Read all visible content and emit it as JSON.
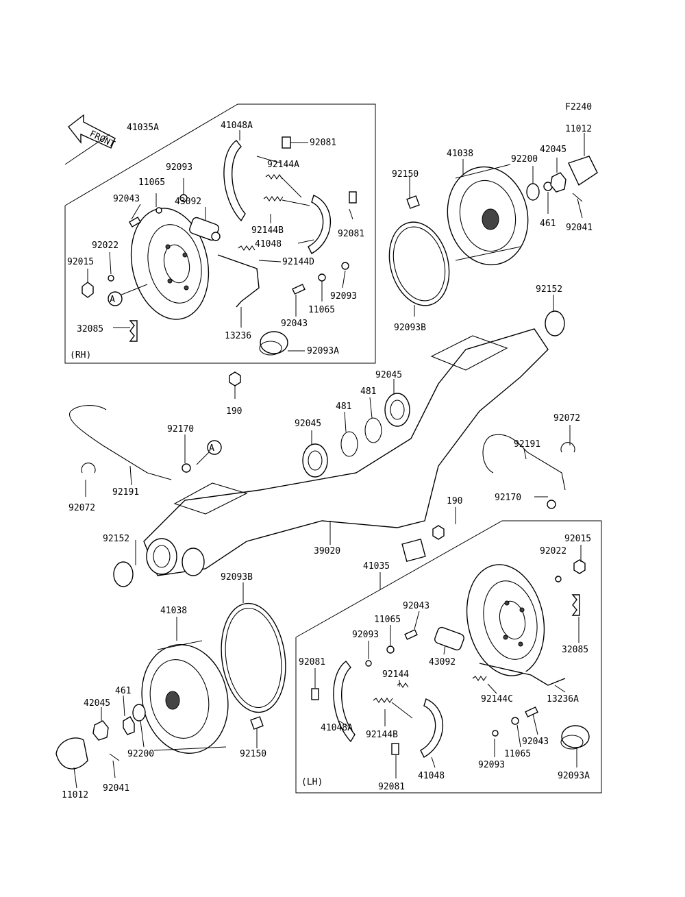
{
  "diagram": {
    "ref_code": "F2240",
    "front_label": "FRONT",
    "rh_label": "(RH)",
    "lh_label": "(LH)"
  },
  "parts": [
    {
      "id": "p01",
      "text": "41035A"
    },
    {
      "id": "p02",
      "text": "41048A"
    },
    {
      "id": "p03",
      "text": "92081"
    },
    {
      "id": "p04",
      "text": "92093"
    },
    {
      "id": "p05",
      "text": "92144A"
    },
    {
      "id": "p06",
      "text": "11065"
    },
    {
      "id": "p07",
      "text": "92043"
    },
    {
      "id": "p08",
      "text": "43092"
    },
    {
      "id": "p09",
      "text": "92144B"
    },
    {
      "id": "p10",
      "text": "92081"
    },
    {
      "id": "p11",
      "text": "92022"
    },
    {
      "id": "p12",
      "text": "41048"
    },
    {
      "id": "p13",
      "text": "92015"
    },
    {
      "id": "p14",
      "text": "92144D"
    },
    {
      "id": "p15",
      "text": "92093"
    },
    {
      "id": "p16",
      "text": "A"
    },
    {
      "id": "p17",
      "text": "11065"
    },
    {
      "id": "p18",
      "text": "92043"
    },
    {
      "id": "p19",
      "text": "32085"
    },
    {
      "id": "p20",
      "text": "13236"
    },
    {
      "id": "p21",
      "text": "92093A"
    },
    {
      "id": "p22",
      "text": "11012"
    },
    {
      "id": "p23",
      "text": "41038"
    },
    {
      "id": "p24",
      "text": "42045"
    },
    {
      "id": "p25",
      "text": "92200"
    },
    {
      "id": "p26",
      "text": "92150"
    },
    {
      "id": "p27",
      "text": "461"
    },
    {
      "id": "p28",
      "text": "92041"
    },
    {
      "id": "p29",
      "text": "92093B"
    },
    {
      "id": "p30",
      "text": "92152"
    },
    {
      "id": "p31",
      "text": "92045"
    },
    {
      "id": "p32",
      "text": "481"
    },
    {
      "id": "p33",
      "text": "481"
    },
    {
      "id": "p34",
      "text": "92045"
    },
    {
      "id": "p35",
      "text": "190"
    },
    {
      "id": "p36",
      "text": "92170"
    },
    {
      "id": "p37",
      "text": "A"
    },
    {
      "id": "p38",
      "text": "92072"
    },
    {
      "id": "p39",
      "text": "92191"
    },
    {
      "id": "p40",
      "text": "92072"
    },
    {
      "id": "p41",
      "text": "92191"
    },
    {
      "id": "p42",
      "text": "92170"
    },
    {
      "id": "p43",
      "text": "190"
    },
    {
      "id": "p44",
      "text": "92015"
    },
    {
      "id": "p45",
      "text": "92152"
    },
    {
      "id": "p46",
      "text": "39020"
    },
    {
      "id": "p47",
      "text": "92022"
    },
    {
      "id": "p48",
      "text": "41035"
    },
    {
      "id": "p49",
      "text": "92093B"
    },
    {
      "id": "p50",
      "text": "92043"
    },
    {
      "id": "p51",
      "text": "41038"
    },
    {
      "id": "p52",
      "text": "11065"
    },
    {
      "id": "p53",
      "text": "92093"
    },
    {
      "id": "p54",
      "text": "32085"
    },
    {
      "id": "p55",
      "text": "92081"
    },
    {
      "id": "p56",
      "text": "43092"
    },
    {
      "id": "p57",
      "text": "461"
    },
    {
      "id": "p58",
      "text": "92144"
    },
    {
      "id": "p59",
      "text": "42045"
    },
    {
      "id": "p60",
      "text": "41048A"
    },
    {
      "id": "p61",
      "text": "92144C"
    },
    {
      "id": "p62",
      "text": "13236A"
    },
    {
      "id": "p63",
      "text": "92144B"
    },
    {
      "id": "p64",
      "text": "92150"
    },
    {
      "id": "p65",
      "text": "92200"
    },
    {
      "id": "p66",
      "text": "92043"
    },
    {
      "id": "p67",
      "text": "92093"
    },
    {
      "id": "p68",
      "text": "11065"
    },
    {
      "id": "p69",
      "text": "11012"
    },
    {
      "id": "p70",
      "text": "92041"
    },
    {
      "id": "p71",
      "text": "92081"
    },
    {
      "id": "p72",
      "text": "41048"
    },
    {
      "id": "p73",
      "text": "92093A"
    }
  ]
}
